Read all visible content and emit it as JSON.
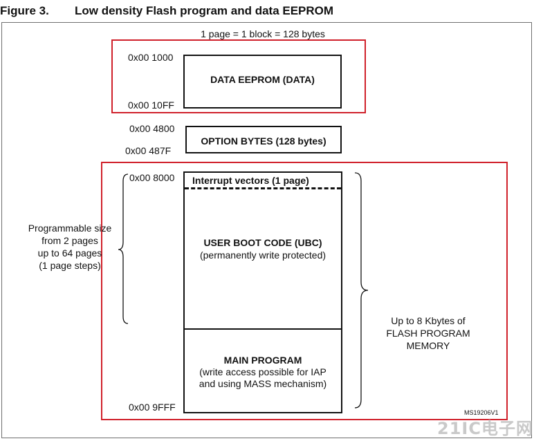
{
  "figure": {
    "number": "Figure 3.",
    "title": "Low density Flash program and data EEPROM"
  },
  "page_note": "1 page = 1 block = 128 bytes",
  "eeprom": {
    "label": "DATA EEPROM (DATA)",
    "addr_start": "0x00 1000",
    "addr_end": "0x00 10FF"
  },
  "option_bytes": {
    "label": "OPTION BYTES (128 bytes)",
    "addr_start": "0x00 4800",
    "addr_end": "0x00 487F"
  },
  "flash": {
    "addr_start": "0x00 8000",
    "addr_end": "0x00 9FFF",
    "interrupt_vectors": "Interrupt vectors (1 page)",
    "ubc_title": "USER BOOT CODE (UBC)",
    "ubc_note": "(permanently write protected)",
    "main_title": "MAIN PROGRAM",
    "main_note_1": "(write access possible for IAP",
    "main_note_2": "and using MASS mechanism)",
    "left_note": [
      "Programmable size",
      "from 2 pages",
      "up to 64 pages",
      "(1 page steps)"
    ],
    "right_note": [
      "Up to 8 Kbytes of",
      "FLASH PROGRAM",
      "MEMORY"
    ]
  },
  "reference_code": "MS19206V1",
  "watermark": "21IC电子网",
  "colors": {
    "highlight": "#d0202a",
    "outline": "#111111"
  }
}
